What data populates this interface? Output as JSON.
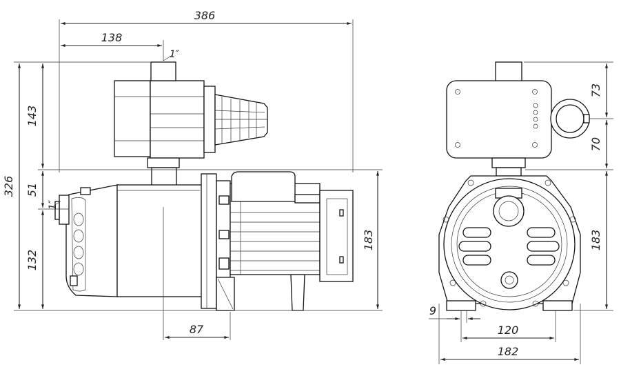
{
  "dimensions": {
    "overall_length": "386",
    "outlet_offset": "138",
    "outlet_size": "1″",
    "overall_height": "326",
    "controller_height": "143",
    "gap_height": "51",
    "inlet_size": "1″",
    "pump_height": "132",
    "motor_height": "183",
    "foot_offset": "87",
    "front_upper": "73",
    "front_lower": "70",
    "front_height": "183",
    "foot_width": "9",
    "foot_spacing": "120",
    "base_width": "182"
  }
}
